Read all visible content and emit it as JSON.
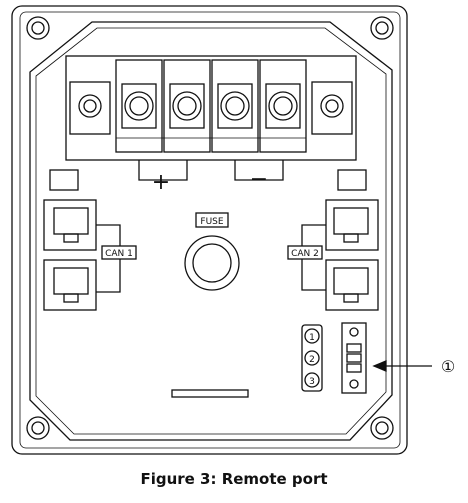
{
  "labels": {
    "can1": "CAN 1",
    "can2": "CAN 2",
    "fuse": "FUSE",
    "pin1": "1",
    "pin2": "2",
    "pin3": "3",
    "callout": "①",
    "plus": "+",
    "minus": "−"
  },
  "caption": "Figure 3: Remote port"
}
